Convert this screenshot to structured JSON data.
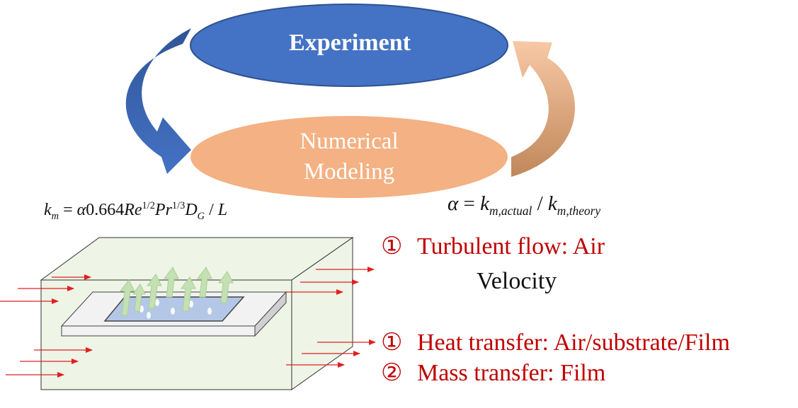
{
  "cycle": {
    "experiment_label": "Experiment",
    "modeling_line1": "Numerical",
    "modeling_line2": "Modeling",
    "colors": {
      "experiment": "#4472c4",
      "modeling": "#f4b183",
      "arrow_blue": "#3a64b0",
      "arrow_orange": "#e7a878"
    }
  },
  "equations": {
    "km_lhs": "k",
    "km_lhs_sub": "m",
    "km_eq": " = ",
    "km_alpha": "α",
    "km_coef": "0.664",
    "km_re": "Re",
    "km_re_exp": "1/2",
    "km_pr": "Pr",
    "km_pr_exp": "1/3",
    "km_d": "D",
    "km_d_sub": "G",
    "km_div": " / ",
    "km_l": "L",
    "alpha_lhs": "α",
    "alpha_eq": " = ",
    "alpha_k1": "k",
    "alpha_k1_sub": "m,actual",
    "alpha_div": " / ",
    "alpha_k2": "k",
    "alpha_k2_sub": "m,theory"
  },
  "physics": {
    "item1_number": "①",
    "item1_text": "Turbulent flow: Air",
    "item1_sub": "Velocity",
    "item2_number": "①",
    "item2_text": "Heat transfer: Air/substrate/Film",
    "item3_number": "②",
    "item3_text": "Mass transfer: Film",
    "text_color": "#c00000"
  }
}
